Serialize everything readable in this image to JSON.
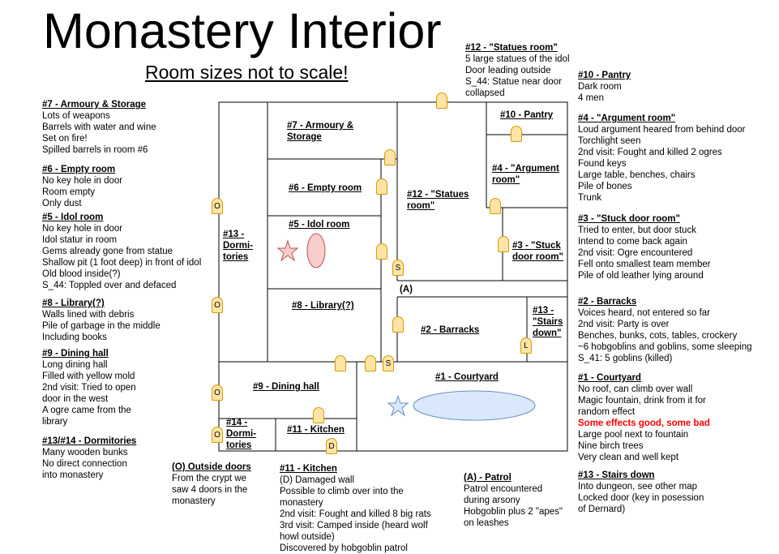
{
  "title": "Monastery Interior",
  "subtitle": "Room sizes not to scale!",
  "rooms": {
    "r7": "#7 - Armoury & Storage",
    "r6": "#6 - Empty room",
    "r5": "#5 - Idol room",
    "r8": "#8 - Library(?)",
    "r13a": "#13 - Dormi- tories",
    "r12": "#12 - \"Statues room\"",
    "r10": "#10 - Pantry",
    "r4": "#4 - \"Argument room\"",
    "r3": "#3 - \"Stuck door room\"",
    "r2": "#2 - Barracks",
    "r13s": "#13 - \"Stairs down\"",
    "r9": "#9 - Dining hall",
    "r14": "#14 - Dormi- tories",
    "r11": "#11 - Kitchen",
    "r1": "#1 - Courtyard",
    "patrol_marker": "(A)"
  },
  "door_letters": {
    "o": "O",
    "s": "S",
    "l": "L",
    "d": "D"
  },
  "notes": {
    "n7": {
      "head": "#7 - Armoury & Storage",
      "lines": [
        "Lots of weapons",
        "Barrels with water and wine",
        "Set on fire!",
        "Spilled barrels in room #6"
      ]
    },
    "n6": {
      "head": "#6 - Empty room",
      "lines": [
        "No key hole in door",
        "Room empty",
        "Only dust"
      ]
    },
    "n5": {
      "head": "#5 - Idol room",
      "lines": [
        "No key hole in door",
        "Idol statur in room",
        "Gems already gone from statue",
        "Shallow pit (1 foot deep) in front of idol",
        "Old blood inside(?)",
        "S_44: Toppled over and defaced"
      ]
    },
    "n8": {
      "head": "#8 - Library(?)",
      "lines": [
        "Walls lined with debris",
        "Pile of garbage in the middle",
        "Including books"
      ]
    },
    "n9": {
      "head": "#9 - Dining hall",
      "lines": [
        "Long dining hall",
        "Filled with yellow mold",
        "2nd visit: Tried to open",
        "door in the west",
        "A ogre came from the",
        "library"
      ]
    },
    "n1314": {
      "head": "#13/#14 - Dormitories",
      "lines": [
        "Many wooden bunks",
        "No direct connection",
        "into monastery"
      ]
    },
    "nO": {
      "head": "(O) Outside doors",
      "lines": [
        "From the crypt we",
        "saw 4 doors in the",
        "monastery"
      ]
    },
    "n11": {
      "head": "#11 - Kitchen",
      "lines": [
        "(D) Damaged wall",
        "Possible to climb over into the",
        "monastery",
        "2nd visit: Fought and killed 8 big rats",
        "3rd visit: Camped inside (heard wolf",
        "howl outside)",
        "Discovered by hobgoblin patrol"
      ]
    },
    "nA": {
      "head": "(A) - Patrol",
      "lines": [
        "Patrol encountered",
        "during arsony",
        "Hobgoblin plus 2 \"apes\"",
        "on leashes"
      ]
    },
    "n12": {
      "head": "#12 - \"Statues room\"",
      "lines": [
        "5 large statues of the idol",
        "Door leading outside",
        "S_44: Statue near door",
        "collapsed"
      ]
    },
    "n10": {
      "head": "#10 - Pantry",
      "lines": [
        "Dark room",
        "4 men"
      ]
    },
    "n4": {
      "head": "#4 - \"Argument room\"",
      "lines": [
        "Loud argument heared from behind door",
        "Torchlight seen",
        "2nd visit: Fought and killed 2 ogres",
        "Found keys",
        "Large table, benches, chairs",
        "Pile of bones",
        "Trunk"
      ]
    },
    "n3": {
      "head": "#3 - \"Stuck door room\"",
      "lines": [
        "Tried to enter, but door stuck",
        "Intend to come back again",
        "2nd visit: Ogre encountered",
        "Fell onto smallest team member",
        "Pile of old leather lying around"
      ]
    },
    "n2": {
      "head": "#2 - Barracks",
      "lines": [
        "Voices heard, not entered so far",
        "2nd visit: Party is over",
        "Benches, bunks, cots, tables, crockery",
        "~6 hobgoblins and goblins, some sleeping",
        "S_41: 5 goblins (killed)"
      ]
    },
    "n1": {
      "head": "#1 - Courtyard",
      "lines": [
        "No roof, can climb over wall",
        "Magic fountain, drink from it for",
        "random effect"
      ],
      "red": "Some effects good, some bad",
      "lines2": [
        "Large pool next to fountain",
        "Nine birch trees",
        "Very clean and well kept"
      ]
    },
    "n13": {
      "head": "#13 - Stairs down",
      "lines": [
        "Into dungeon, see other map",
        "Locked door (key in posession",
        "of Dernard)"
      ]
    }
  },
  "colors": {
    "door_fill": "#ffe4a6",
    "door_stroke": "#d79b00",
    "pool_fill": "#dae8fc",
    "pool_stroke": "#6c8ebf",
    "idol_fill": "#f8cecc",
    "idol_stroke": "#b85450",
    "warning": "#ff0000"
  }
}
